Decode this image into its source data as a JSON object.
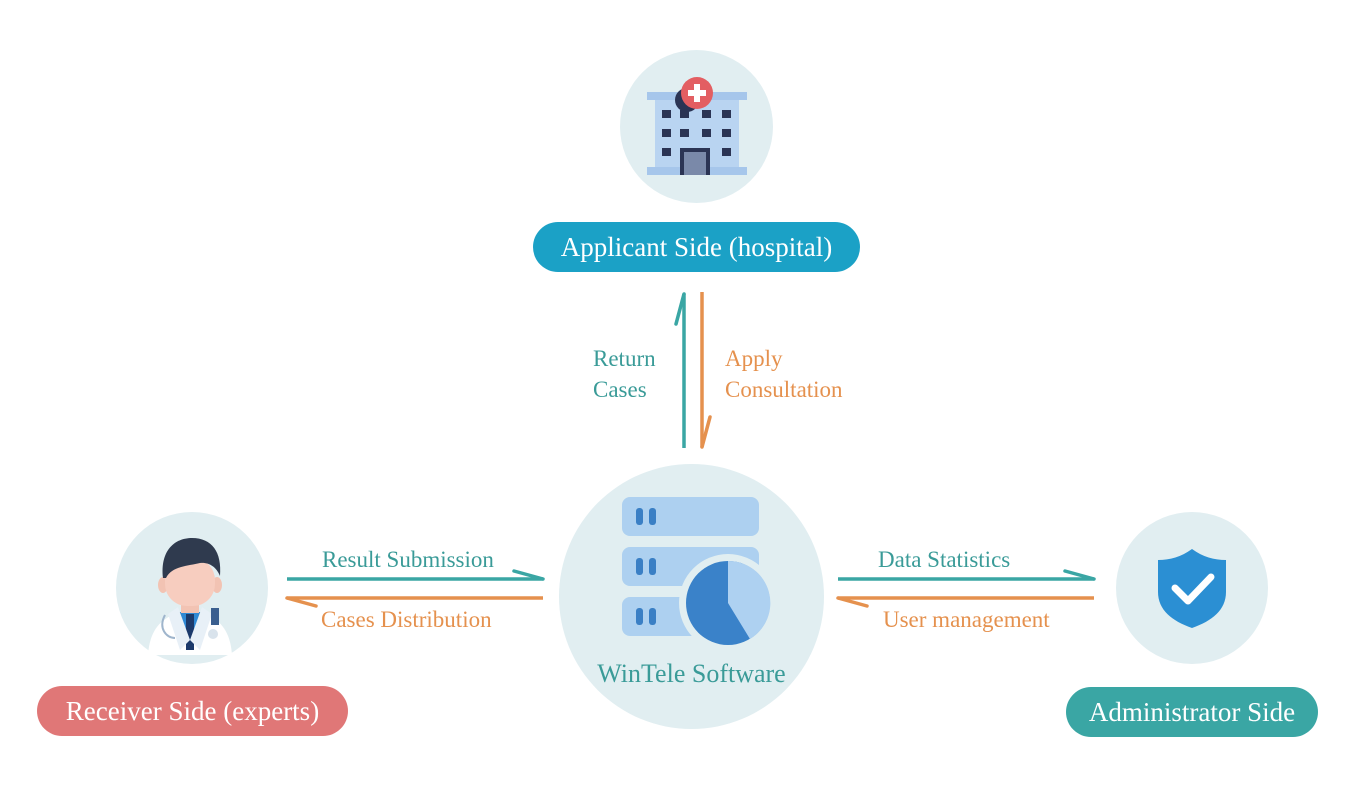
{
  "nodes": {
    "applicant": {
      "label": "Applicant Side (hospital)",
      "color": "#1ba1c6"
    },
    "receiver": {
      "label": "Receiver Side (experts)",
      "color": "#e07777"
    },
    "administrator": {
      "label": "Administrator Side",
      "color": "#3aa6a4"
    },
    "center": {
      "label": "WinTele Software"
    }
  },
  "flows": {
    "return_cases": {
      "line1": "Return",
      "line2": "Cases"
    },
    "apply_consultation": {
      "line1": "Apply",
      "line2": "Consultation"
    },
    "result_submission": "Result Submission",
    "cases_distribution": "Cases Distribution",
    "data_statistics": "Data Statistics",
    "user_management": "User management"
  },
  "colors": {
    "teal": "#3a9b98",
    "orange": "#e5914e",
    "circle_bg": "#e1eef1"
  },
  "icons": {
    "applicant": "hospital-building-icon",
    "receiver": "doctor-icon",
    "administrator": "shield-check-icon",
    "center": "server-pie-chart-icon"
  }
}
